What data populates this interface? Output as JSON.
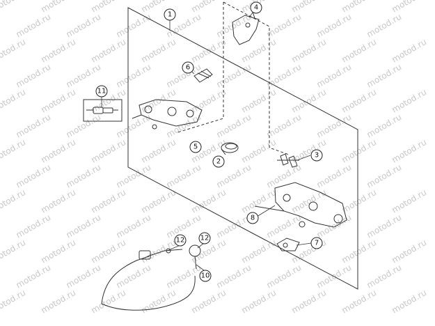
{
  "watermark": "motod.ru",
  "callouts": [
    {
      "id": "c1",
      "label": "1"
    },
    {
      "id": "c2",
      "label": "2"
    },
    {
      "id": "c3",
      "label": "3"
    },
    {
      "id": "c4",
      "label": "4"
    },
    {
      "id": "c5",
      "label": "5"
    },
    {
      "id": "c6",
      "label": "6"
    },
    {
      "id": "c7",
      "label": "7"
    },
    {
      "id": "c8",
      "label": "8"
    },
    {
      "id": "c10",
      "label": "10"
    },
    {
      "id": "c11",
      "label": "11"
    },
    {
      "id": "c12a",
      "label": "12"
    },
    {
      "id": "c12b",
      "label": "12"
    }
  ]
}
